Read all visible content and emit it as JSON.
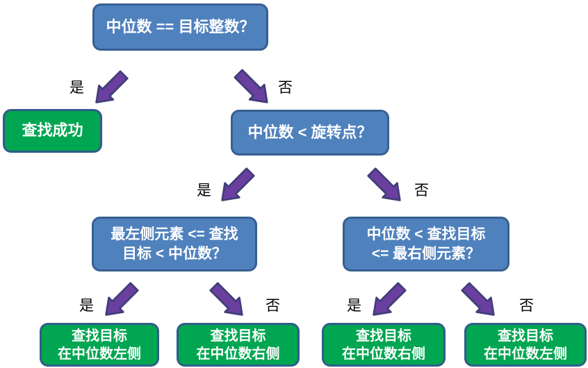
{
  "colors": {
    "box_blue": "#4f81bd",
    "box_blue_border": "#365f91",
    "box_green": "#00a651",
    "box_green_border": "#305d8a",
    "arrow_fill": "#6b3fa0",
    "arrow_border": "#3f3e78",
    "box_text": "#ffffff",
    "label_color": "#000000"
  },
  "labels": {
    "yes": "是",
    "no": "否"
  },
  "nodes": {
    "root": {
      "lines": [
        "中位数 == 目标整数？"
      ]
    },
    "success": {
      "lines": [
        "查找成功"
      ]
    },
    "pivot": {
      "lines": [
        "中位数 < 旋转点？"
      ]
    },
    "left_check": {
      "lines": [
        "最左侧元素 <= 查找",
        "目标 < 中位数？"
      ]
    },
    "right_check": {
      "lines": [
        "中位数 < 查找目标",
        "<= 最右侧元素？"
      ]
    },
    "outcome_left_yes": {
      "lines": [
        "查找目标",
        "在中位数左侧"
      ]
    },
    "outcome_left_no": {
      "lines": [
        "查找目标",
        "在中位数右侧"
      ]
    },
    "outcome_right_yes": {
      "lines": [
        "查找目标",
        "在中位数右侧"
      ]
    },
    "outcome_right_no": {
      "lines": [
        "查找目标",
        "在中位数左侧"
      ]
    }
  }
}
